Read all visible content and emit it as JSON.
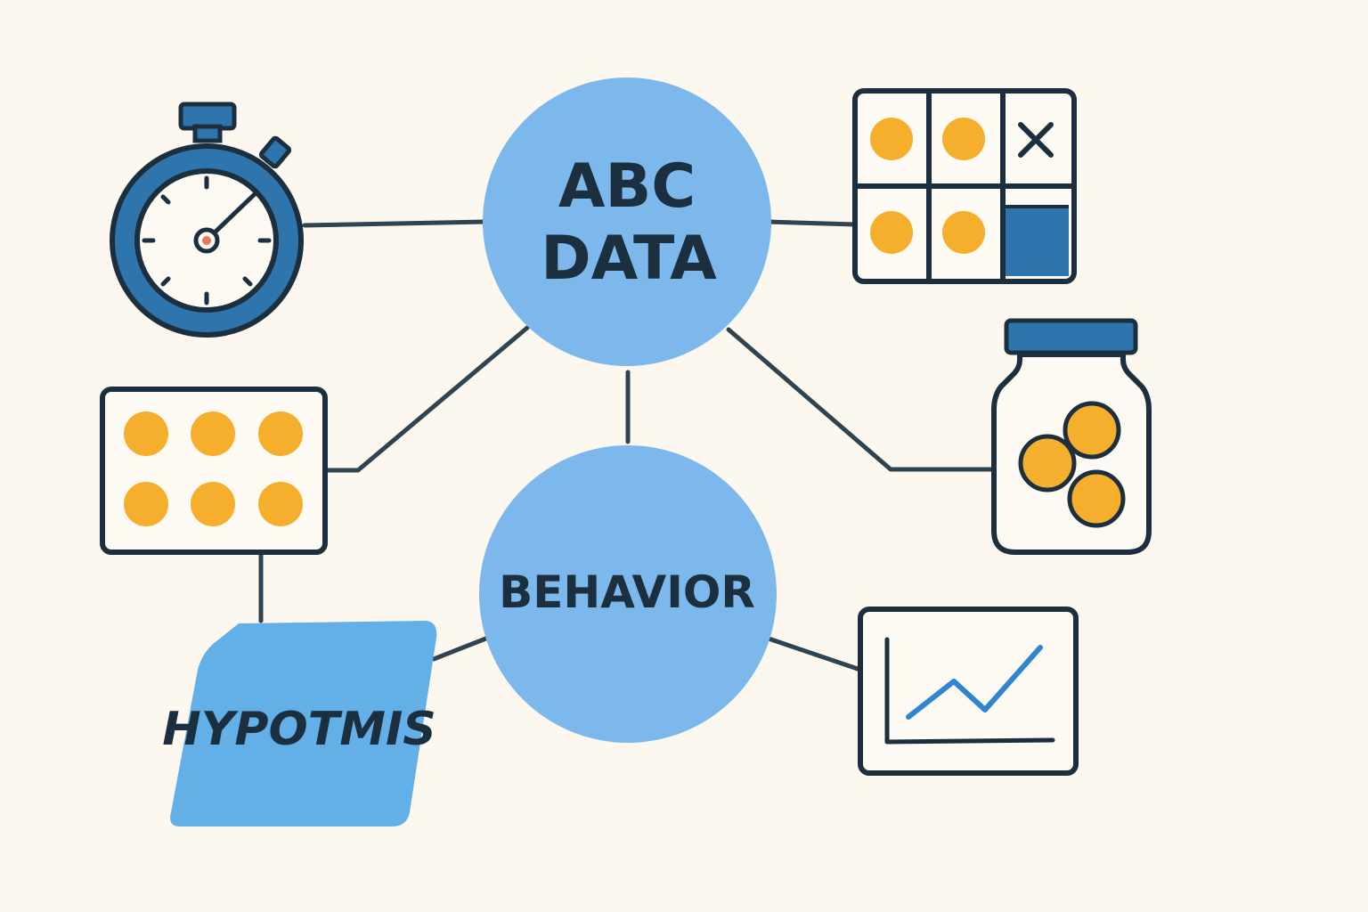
{
  "nodes": {
    "abc_line1": "ABC",
    "abc_line2": "DATA",
    "behavior": "BEHAVIOR",
    "hypothesis": "HYPOTMIS"
  },
  "icons": [
    "stopwatch-icon",
    "tally-grid-icon",
    "token-board-icon",
    "token-jar-icon",
    "line-graph-icon"
  ],
  "colors": {
    "background": "#fdf8ef",
    "node_blue": "#7cb8ec",
    "hypothesis_blue": "#63b0e8",
    "outline": "#1c2f3e",
    "connector": "#2f4350",
    "token_yellow": "#f6ae2d",
    "accent_blue": "#2f75ad",
    "red_pivot": "#e8775f"
  }
}
